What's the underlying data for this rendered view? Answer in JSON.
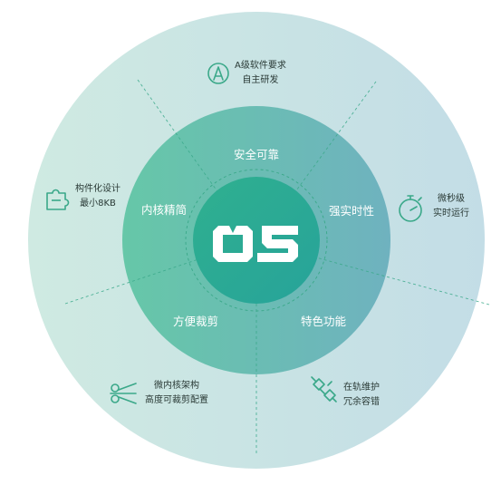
{
  "logo": {
    "text": "OS"
  },
  "inner_ring": {
    "top": "安全可靠",
    "right": "强实时性",
    "bottom_right": "特色功能",
    "bottom_left": "方便裁剪",
    "left": "内核精简"
  },
  "outer_ring": {
    "top": {
      "line1": "A级软件要求",
      "line2": "自主研发",
      "icon": "a-badge-icon"
    },
    "right": {
      "line1": "微秒级",
      "line2": "实时运行",
      "icon": "stopwatch-icon"
    },
    "bottom_right": {
      "line1": "在轨维护",
      "line2": "冗余容错",
      "icon": "satellite-icon"
    },
    "bottom_left": {
      "line1": "微内核架构",
      "line2": "高度可裁剪配置",
      "icon": "scissors-icon"
    },
    "left": {
      "line1": "构件化设计",
      "line2": "最小8KB",
      "icon": "puzzle-icon"
    }
  },
  "colors": {
    "outer_ring": "#c9e6df",
    "inner_ring": "#5bbda3",
    "core": "#2aa88c",
    "icon": "#3aa889",
    "dashed_line": "#3aa889"
  }
}
